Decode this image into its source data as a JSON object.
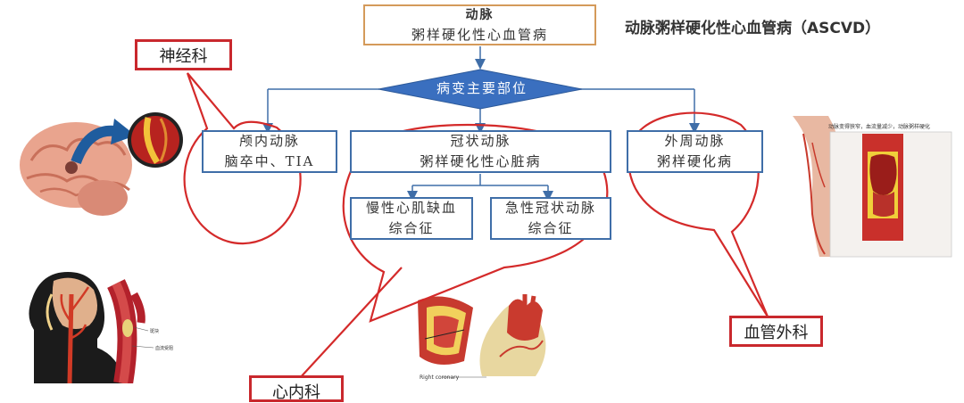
{
  "title": "动脉粥样硬化性心血管病（ASCVD）",
  "top_box": {
    "line1": "动脉",
    "line2": "粥样硬化性心血管病"
  },
  "decision": "病变主要部位",
  "branches": {
    "left": {
      "line1": "颅内动脉",
      "line2": "脑卒中、TIA"
    },
    "center": {
      "line1": "冠状动脉",
      "line2": "粥样硬化性心脏病"
    },
    "right": {
      "line1": "外周动脉",
      "line2": "粥样硬化病"
    }
  },
  "sub_branches": {
    "chronic": {
      "line1": "慢性心肌缺血",
      "line2": "综合征"
    },
    "acute": {
      "line1": "急性冠状动脉",
      "line2": "综合征"
    }
  },
  "departments": {
    "neuro": "神经科",
    "vascular": "血管外科",
    "cardio": "心内科"
  },
  "leg_caption": "动脉变得狭窄，血流量减少，动脉粥样硬化",
  "artery_labels": {
    "a": "斑块",
    "b": "血流受阻"
  },
  "heart_caption": "Right coronary",
  "colors": {
    "blue": "#3f6ea8",
    "red": "#c9282d",
    "orange": "#d49a5a",
    "diamond": "#3a6fbf"
  }
}
